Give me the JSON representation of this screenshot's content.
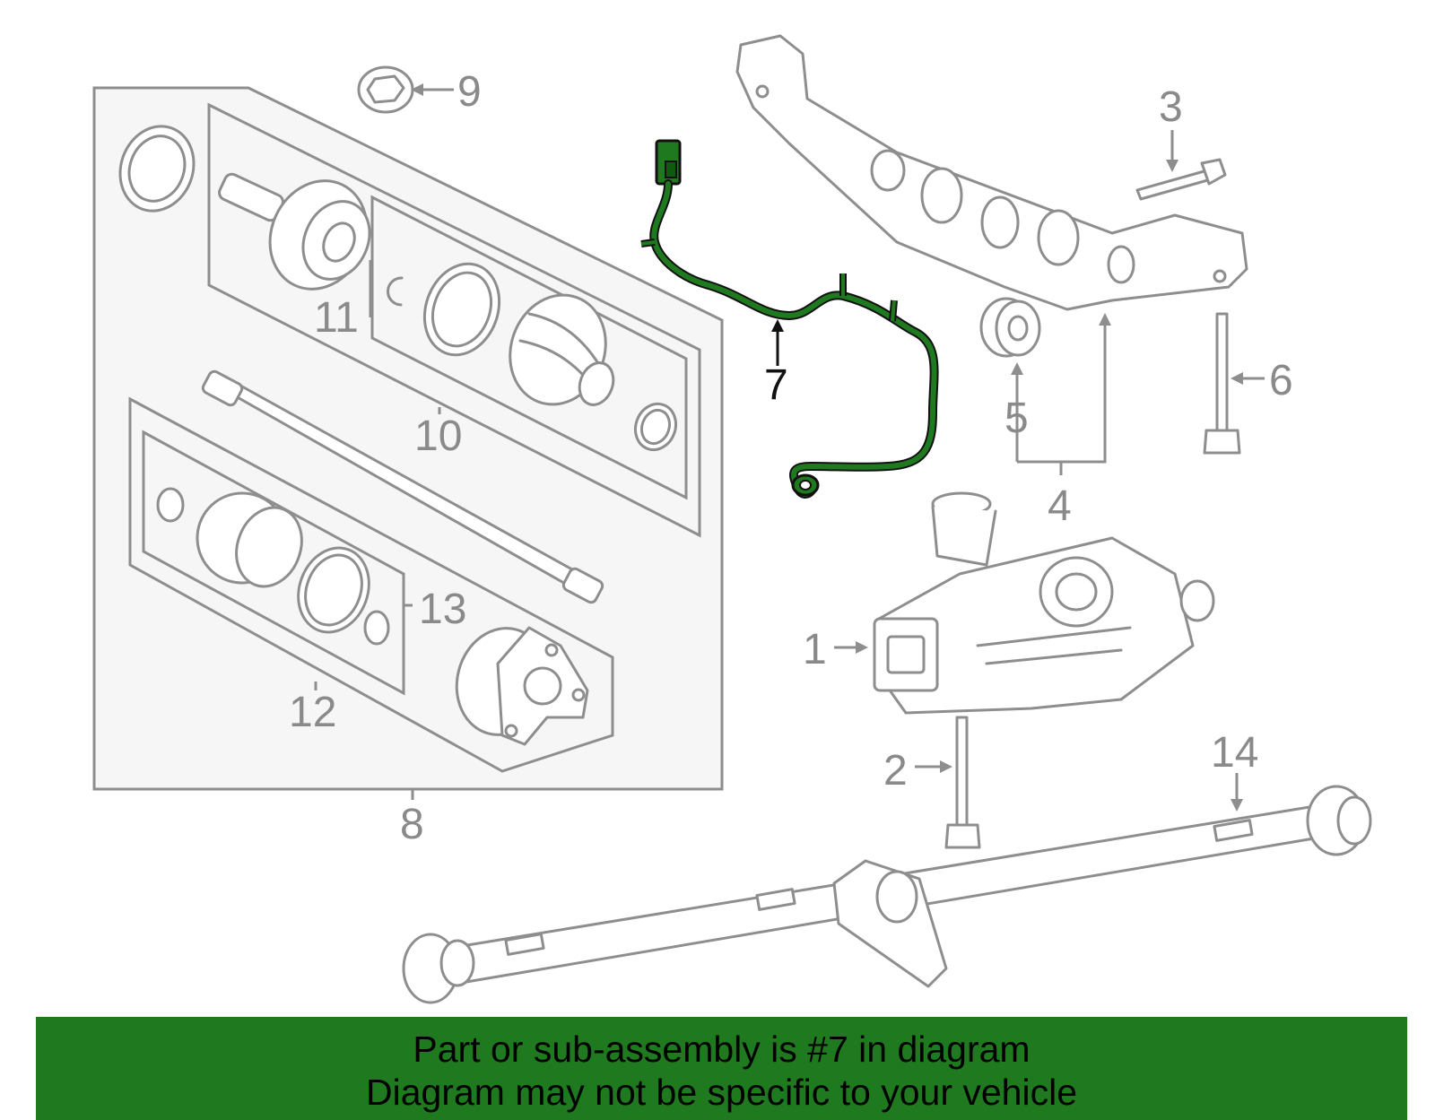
{
  "diagram": {
    "callouts": {
      "n1": "1",
      "n2": "2",
      "n3": "3",
      "n4": "4",
      "n5": "5",
      "n6": "6",
      "n7": "7",
      "n8": "8",
      "n9": "9",
      "n10": "10",
      "n11": "11",
      "n12": "12",
      "n13": "13",
      "n14": "14"
    },
    "highlighted_part": "7",
    "colors": {
      "highlight": "#1f7a1f",
      "parts_outline": "#8e8e8e",
      "panel_fill": "#f6f6f6",
      "callout_text": "#8a8a8a"
    }
  },
  "footer": {
    "line1": "Part or sub-assembly is #7 in diagram",
    "line2": "Diagram may not be specific to your vehicle"
  }
}
